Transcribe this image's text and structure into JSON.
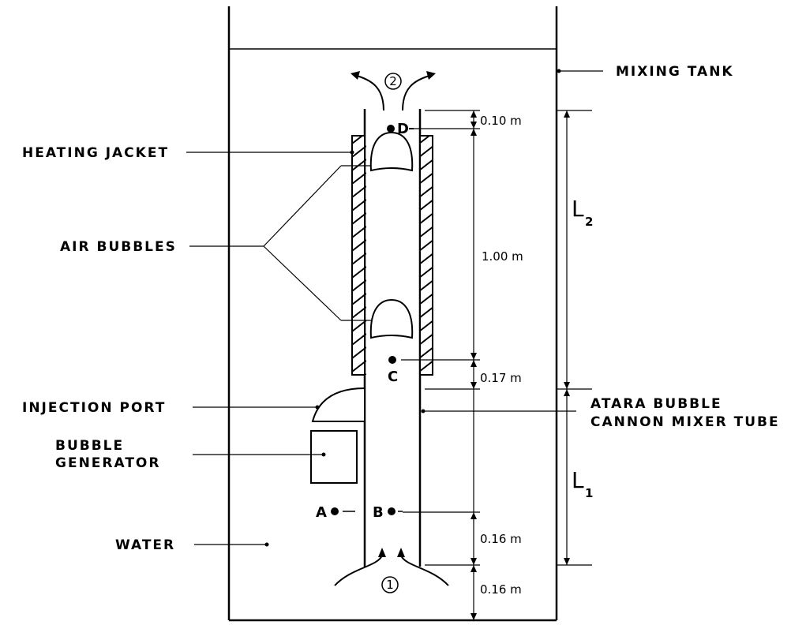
{
  "labels": {
    "mixing_tank": "MIXING  TANK",
    "heating_jacket": "HEATING  JACKET",
    "air_bubbles": "AIR BUBBLES",
    "injection_port": "INJECTION  PORT",
    "bubble_generator_1": "BUBBLE",
    "bubble_generator_2": "GENERATOR",
    "water": "WATER",
    "mixer_tube_1": "ATARA  BUBBLE",
    "mixer_tube_2": "CANNON  MIXER TUBE"
  },
  "points": {
    "a": "A",
    "b": "B",
    "c": "C",
    "d": "D"
  },
  "flows": {
    "inlet": "1",
    "outlet": "2"
  },
  "dimensions": {
    "top": "0.10 m",
    "jacket": "1.00 m",
    "below_jacket": "0.17 m",
    "b_to_bottom": "0.16 m",
    "tube_to_floor": "0.16 m",
    "l1": "L",
    "l1_sub": "1",
    "l2": "L",
    "l2_sub": "2"
  },
  "colors": {
    "ink": "#000000",
    "background": "#ffffff"
  }
}
